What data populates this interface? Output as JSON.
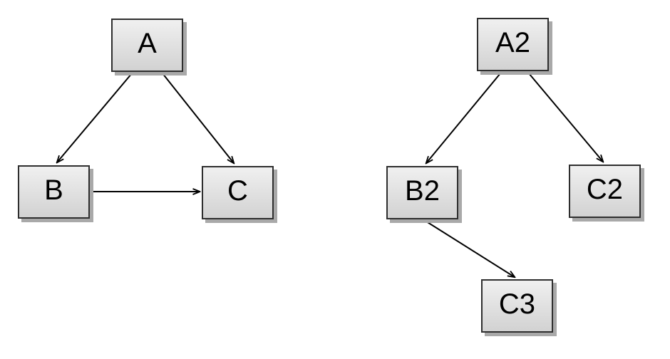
{
  "diagrams": {
    "left": {
      "nodes": {
        "A": "A",
        "B": "B",
        "C": "C"
      },
      "edges": [
        {
          "from": "A",
          "to": "B"
        },
        {
          "from": "A",
          "to": "C"
        },
        {
          "from": "B",
          "to": "C"
        }
      ]
    },
    "right": {
      "nodes": {
        "A2": "A2",
        "B2": "B2",
        "C2": "C2",
        "C3": "C3"
      },
      "edges": [
        {
          "from": "A2",
          "to": "B2"
        },
        {
          "from": "A2",
          "to": "C2"
        },
        {
          "from": "B2",
          "to": "C3"
        }
      ]
    }
  },
  "colors": {
    "background": "#ffffff",
    "node_fill_top": "#f0f0f0",
    "node_fill_bottom": "#d2d2d2",
    "node_border": "#2e2e2e",
    "node_shadow": "#a9a9a9",
    "connector": "#000000",
    "text": "#000000"
  }
}
